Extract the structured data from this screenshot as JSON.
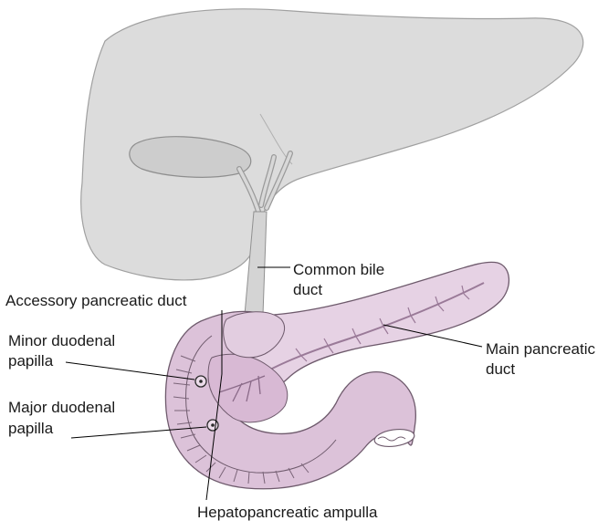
{
  "labels": {
    "common_bile_duct": [
      "Common bile",
      "duct"
    ],
    "accessory_pancreatic_duct": "Accessory pancreatic duct",
    "minor_duodenal_papilla": [
      "Minor duodenal",
      "papilla"
    ],
    "major_duodenal_papilla": [
      "Major duodenal",
      "papilla"
    ],
    "main_pancreatic_duct": [
      "Main pancreatic",
      "duct"
    ],
    "hepatopancreatic_ampulla": "Hepatopancreatic ampulla"
  },
  "colors": {
    "liver_fill": "#d9d9d9",
    "liver_stroke": "#9a9a9a",
    "gallbladder_fill": "#cfcfcf",
    "pancreas_fill": "#e4cfe2",
    "duodenum_fill": "#dcc3da",
    "tissue_stroke": "#6e5a6c",
    "duct_line": "#8a6a88",
    "leader_line": "#000000"
  }
}
